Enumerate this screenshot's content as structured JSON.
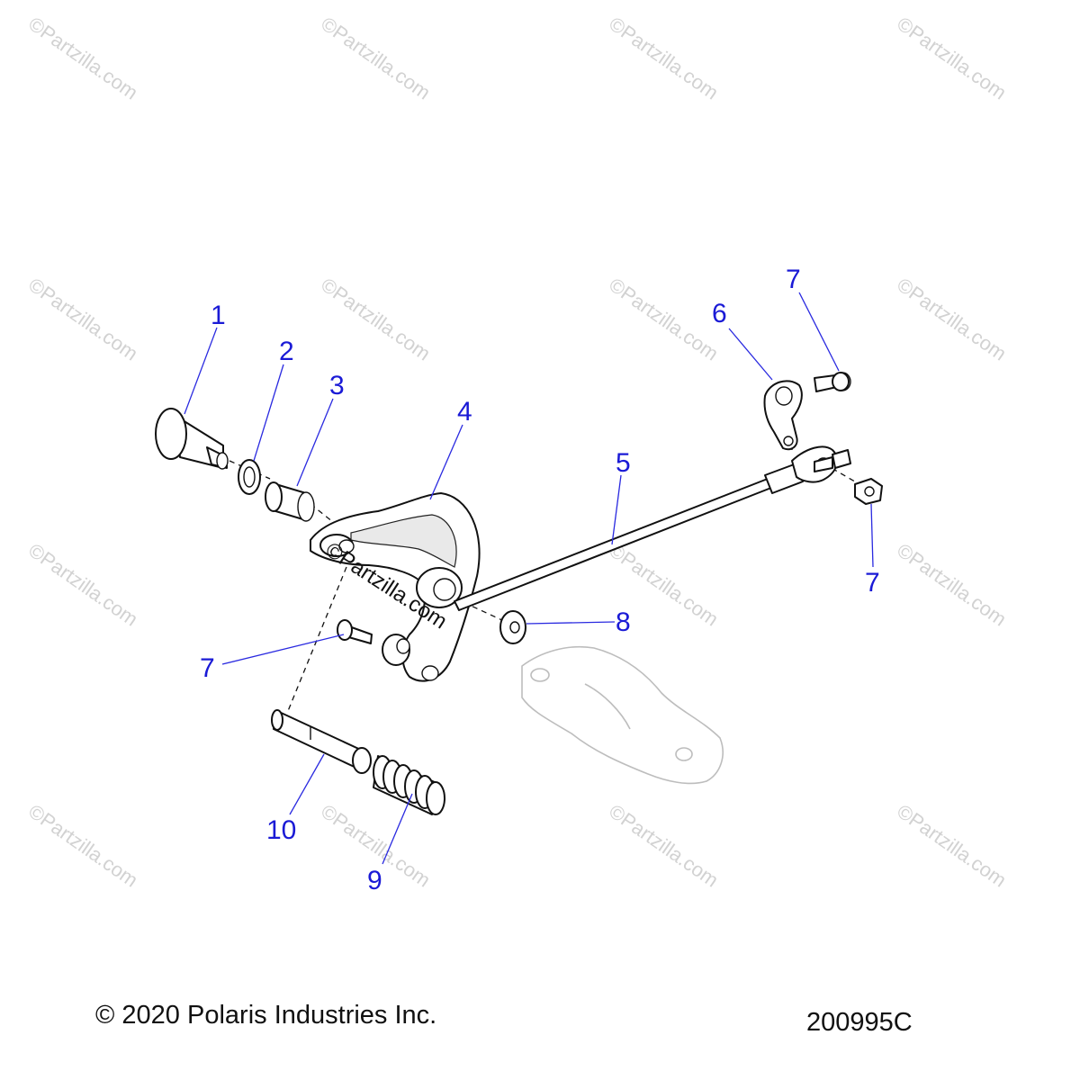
{
  "watermark": {
    "text": "©Partzilla.com",
    "center_text": "©Partzilla.com"
  },
  "callouts": [
    "1",
    "2",
    "3",
    "4",
    "5",
    "6",
    "7",
    "7",
    "7",
    "8",
    "9",
    "10"
  ],
  "footer": {
    "copyright": "© 2020 Polaris Industries Inc.",
    "diagram_number": "200995C"
  },
  "colors": {
    "callout": "#1a1ad6",
    "line": "#111111",
    "watermark": "#d2d2d2"
  }
}
